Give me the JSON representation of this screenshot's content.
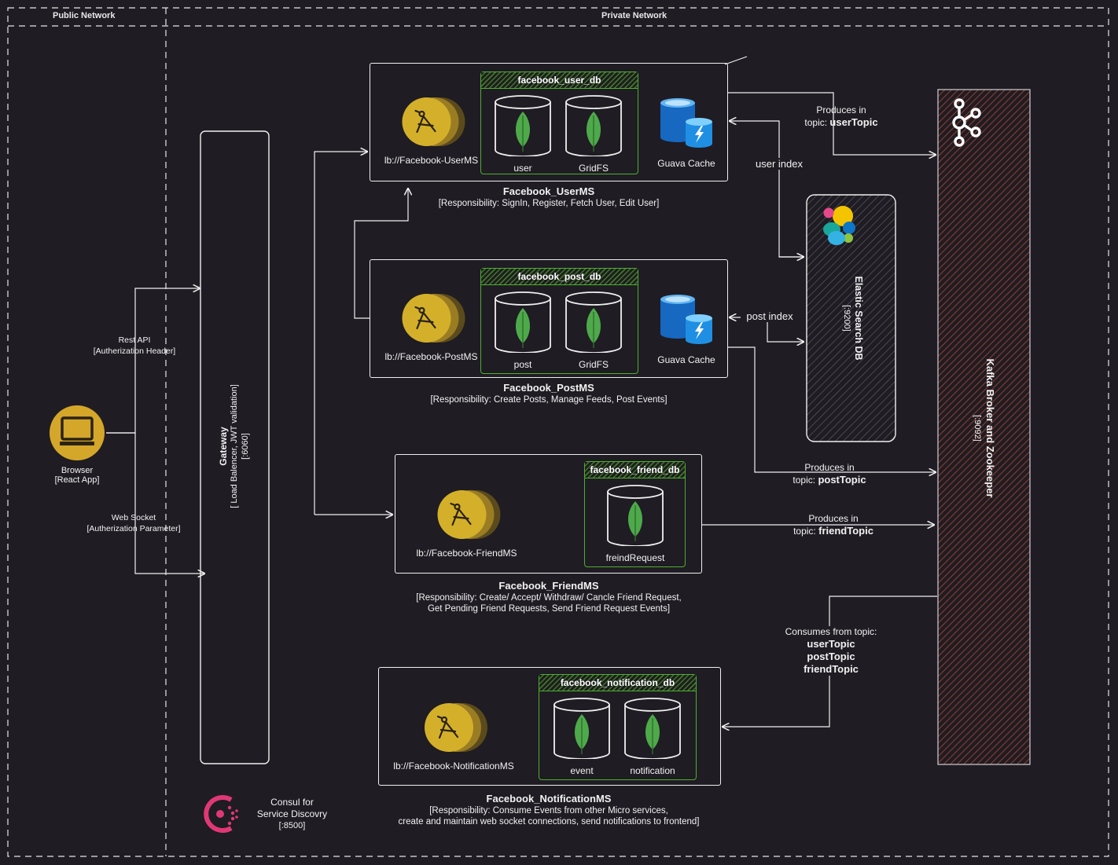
{
  "zones": {
    "public": "Public Network",
    "private": "Private Network"
  },
  "browser": {
    "name": "Browser",
    "sub": "[React App]"
  },
  "edges": {
    "rest_api": "Rest API",
    "rest_api_sub": "[Autherization Header]",
    "web_socket": "Web Socket",
    "web_socket_sub": "[Autherization Parameter]",
    "user_produce_1": "Produces in",
    "user_produce_2": "topic:",
    "user_topic": "userTopic",
    "user_index": "user index",
    "post_index": "post index",
    "post_produce_1": "Produces in",
    "post_produce_2": "topic:",
    "post_topic": "postTopic",
    "friend_produce_1": "Produces in",
    "friend_produce_2": "topic:",
    "friend_topic": "friendTopic",
    "consumes_1": "Consumes from topic:",
    "consumes_2": "userTopic",
    "consumes_3": "postTopic",
    "consumes_4": "friendTopic"
  },
  "gateway": {
    "title": "Gateway",
    "sub": "[ Load Balencer, JWT validation]",
    "port": "[:6060]"
  },
  "consul": {
    "line1": "Consul for",
    "line2": "Service Discovry",
    "port": "[:8500]"
  },
  "user_ms": {
    "lb": "lb://Facebook-UserMS",
    "db": "facebook_user_db",
    "coll1": "user",
    "coll2": "GridFS",
    "cache": "Guava Cache",
    "title": "Facebook_UserMS",
    "resp": "[Responsibility: SignIn, Register, Fetch User, Edit User]"
  },
  "post_ms": {
    "lb": "lb://Facebook-PostMS",
    "db": "facebook_post_db",
    "coll1": "post",
    "coll2": "GridFS",
    "cache": "Guava Cache",
    "title": "Facebook_PostMS",
    "resp": "[Responsibility: Create Posts, Manage Feeds, Post Events]"
  },
  "friend_ms": {
    "lb": "lb://Facebook-FriendMS",
    "db": "facebook_friend_db",
    "coll1": "freindRequest",
    "title": "Facebook_FriendMS",
    "resp1": "[Responsibility: Create/ Accept/ Withdraw/ Cancle Friend Request,",
    "resp2": "Get Pending Friend Requests, Send Friend Request Events]"
  },
  "notification_ms": {
    "lb": "lb://Facebook-NotificationMS",
    "db": "facebook_notification_db",
    "coll1": "event",
    "coll2": "notification",
    "title": "Facebook_NotificationMS",
    "resp1": "[Responsibility: Consume Events from other Micro services,",
    "resp2": "create and maintain web socket connections, send notifications to frontend]"
  },
  "elastic": {
    "title": "Elastic Search DB",
    "port": "[:9200]"
  },
  "kafka": {
    "title": "Kafka Broker and Zookeeper",
    "port": "[:9092]"
  },
  "colors": {
    "background": "#1f1c23",
    "line": "#f0f0f0",
    "mongo_group": "#4caf2f",
    "service_gold": "#d4b02a",
    "cache_blue": "#1e7fd6",
    "kafka_hatch": "#7a3a2c",
    "consul_pink": "#e03875"
  },
  "icons": {
    "browser": "laptop-icon",
    "service": "spring-cloud-compass-icon",
    "db": "mongodb-leaf-cylinder-icon",
    "cache": "azure-cache-icon",
    "elastic": "elasticsearch-icon",
    "kafka": "kafka-icon",
    "consul": "consul-icon"
  }
}
